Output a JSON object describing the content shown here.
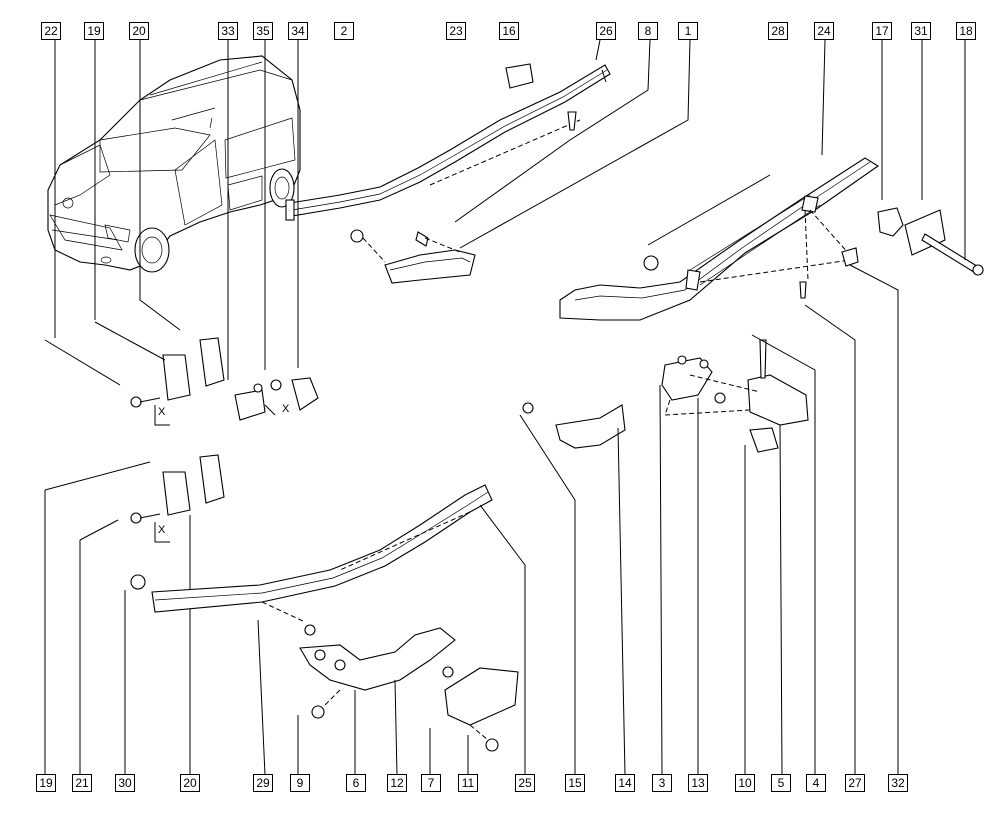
{
  "top_labels": [
    "22",
    "19",
    "20",
    "33",
    "35",
    "34",
    "2",
    "23",
    "16",
    "26",
    "8",
    "1",
    "28",
    "24",
    "17",
    "31",
    "18"
  ],
  "bottom_labels": [
    "19",
    "21",
    "30",
    "20",
    "29",
    "9",
    "6",
    "12",
    "7",
    "11",
    "25",
    "15",
    "14",
    "3",
    "13",
    "10",
    "5",
    "4",
    "27",
    "32"
  ],
  "x_marks": [
    "X",
    "X",
    "X"
  ]
}
